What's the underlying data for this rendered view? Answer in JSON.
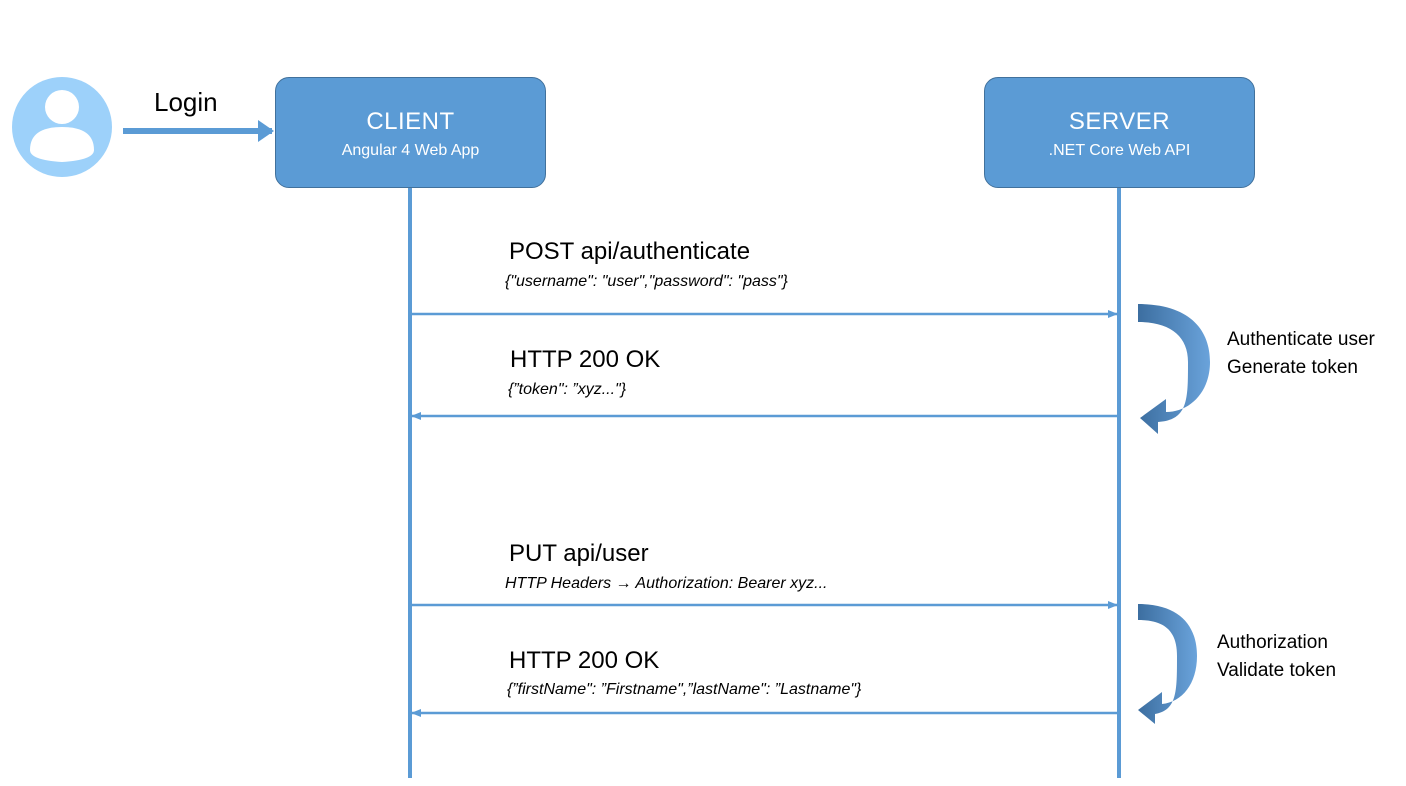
{
  "actor": {
    "icon": "user-icon",
    "label": "Login"
  },
  "client": {
    "title": "CLIENT",
    "subtitle": "Angular 4 Web App"
  },
  "server": {
    "title": "SERVER",
    "subtitle": ".NET Core Web API"
  },
  "messages": [
    {
      "title": "POST api/authenticate",
      "payload": "{\"username\":  \"user\",\"password\":  \"pass\"}"
    },
    {
      "title": "HTTP 200 OK",
      "payload": "{”token\": ”xyz...\"}"
    },
    {
      "title": "PUT api/user",
      "payload": "HTTP Headers  → Authorization:  Bearer xyz..."
    },
    {
      "title": "HTTP 200 OK",
      "payload": "{”firstName\": ”Firstname\",”lastName\": ”Lastname\"}"
    }
  ],
  "notes": [
    {
      "line1": "Authenticate user",
      "line2": "Generate token"
    },
    {
      "line1": "Authorization",
      "line2": "Validate token"
    }
  ],
  "colors": {
    "box_fill": "#5b9bd5",
    "line": "#5b9bd5",
    "actor_fill": "#9dd1fa",
    "curved_arrow": "#4472a8"
  }
}
